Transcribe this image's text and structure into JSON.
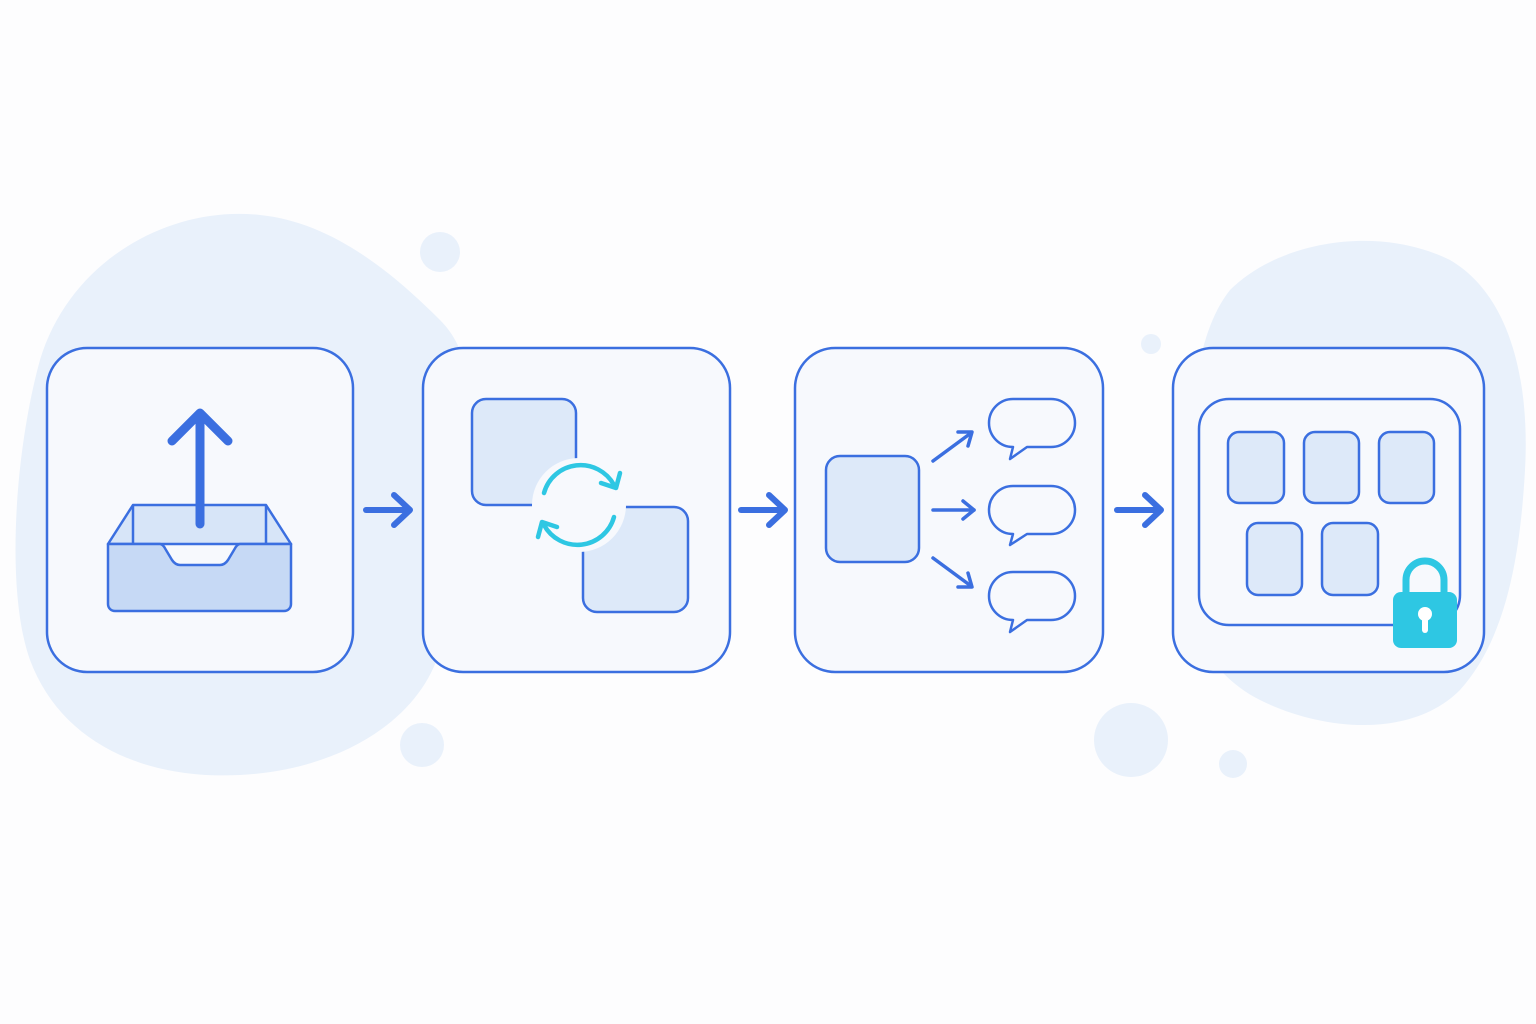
{
  "diagram": {
    "steps": [
      {
        "id": "upload",
        "icon": "upload-tray-icon"
      },
      {
        "id": "sync",
        "icon": "sync-documents-icon"
      },
      {
        "id": "distribute",
        "icon": "distribute-messages-icon"
      },
      {
        "id": "secure-storage",
        "icon": "locked-grid-icon"
      }
    ],
    "connectors": [
      "arrow-right-icon",
      "arrow-right-icon",
      "arrow-right-icon"
    ]
  },
  "colors": {
    "background": "#fdfdfe",
    "blob": "#e9f1fb",
    "stroke": "#3b6fe0",
    "card_fill": "#f7f9fd",
    "fill_light": "#dde9f9",
    "fill_tray": "#c9dbf6",
    "accent_cyan": "#2ec7e3"
  }
}
